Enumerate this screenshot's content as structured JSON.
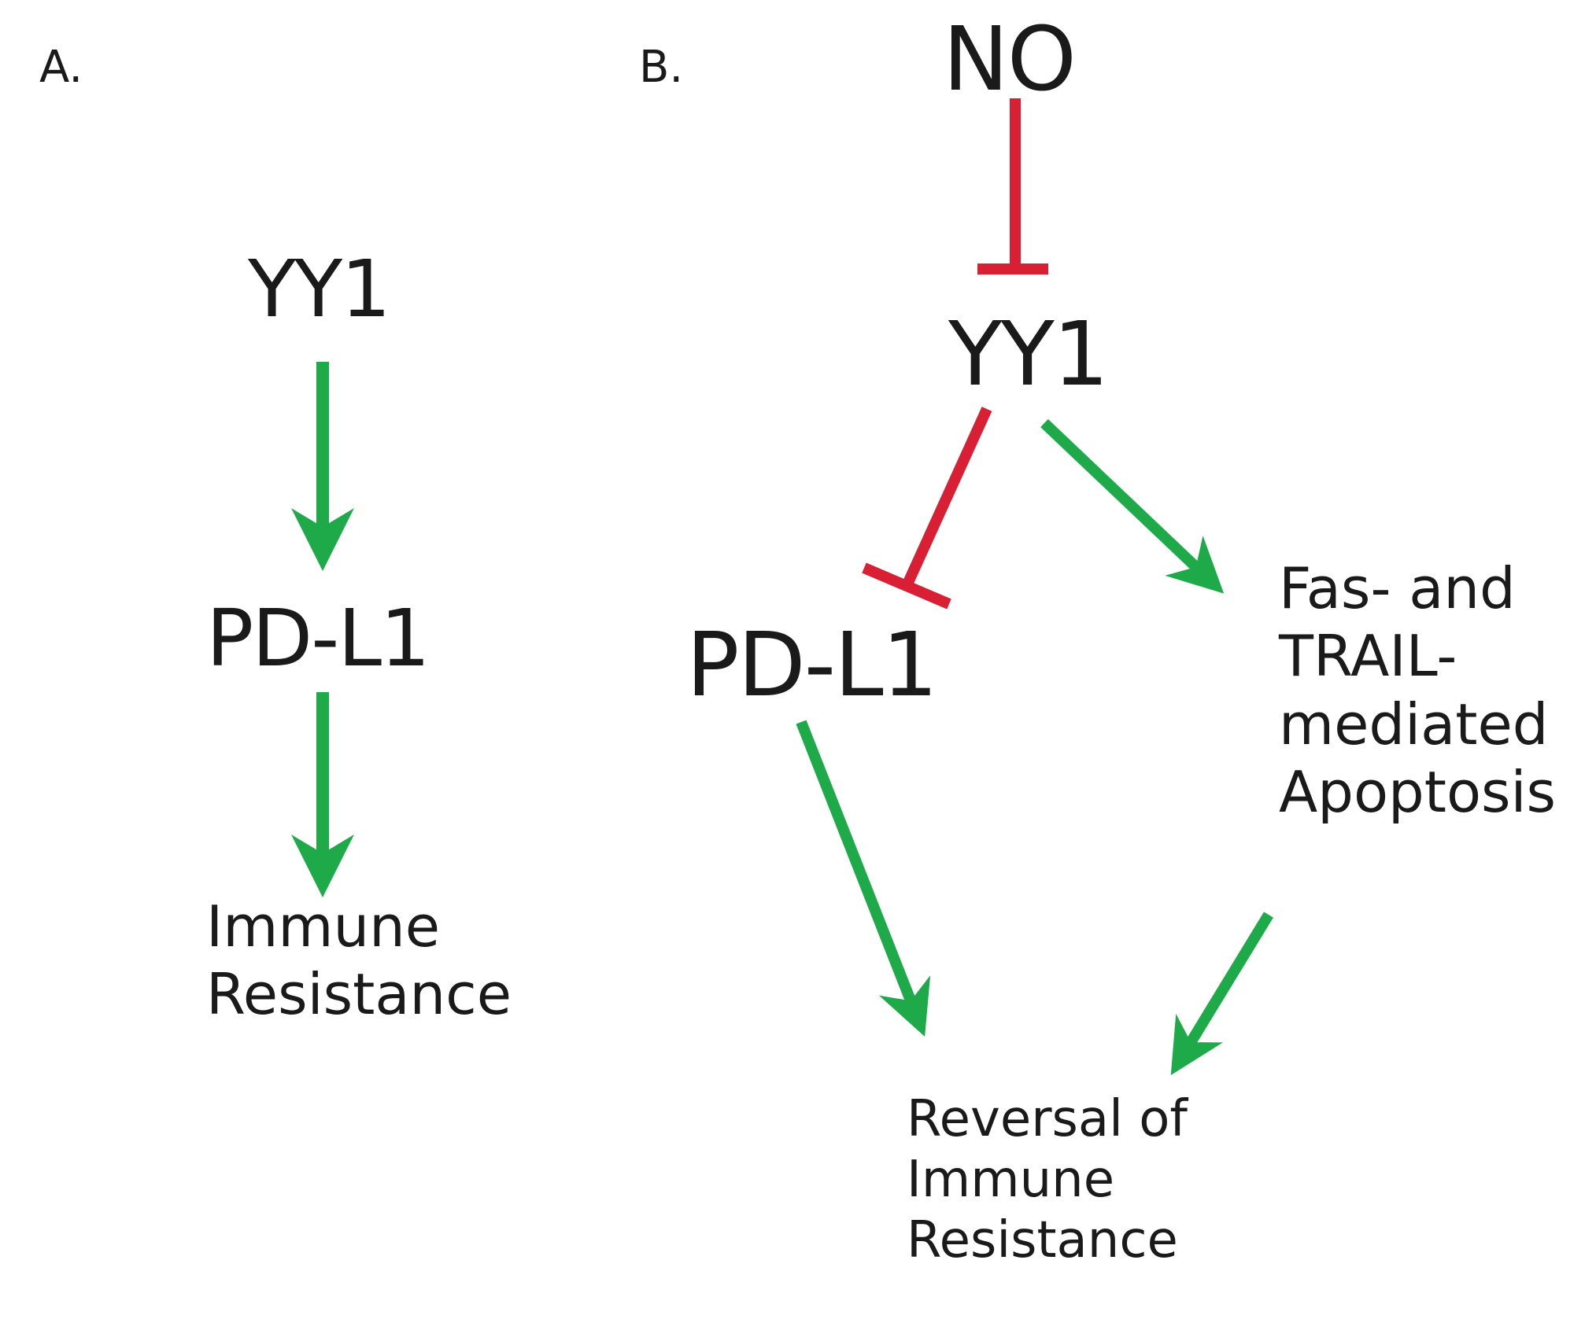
{
  "panels": {
    "a": {
      "label": "A.",
      "nodes": {
        "yy1": "YY1",
        "pdl1": "PD-L1",
        "immune_resistance": [
          "Immune",
          "Resistance"
        ]
      }
    },
    "b": {
      "label": "B.",
      "nodes": {
        "no": "NO",
        "yy1": "YY1",
        "pdl1": "PD-L1",
        "apoptosis": [
          "Fas- and",
          "TRAIL-",
          "mediated",
          "Apoptosis"
        ],
        "reversal": [
          "Reversal of",
          "Immune",
          "Resistance"
        ]
      }
    }
  },
  "colors": {
    "activation": "#1faa4a",
    "inhibition": "#d81f33",
    "text": "#1a1a1a"
  }
}
